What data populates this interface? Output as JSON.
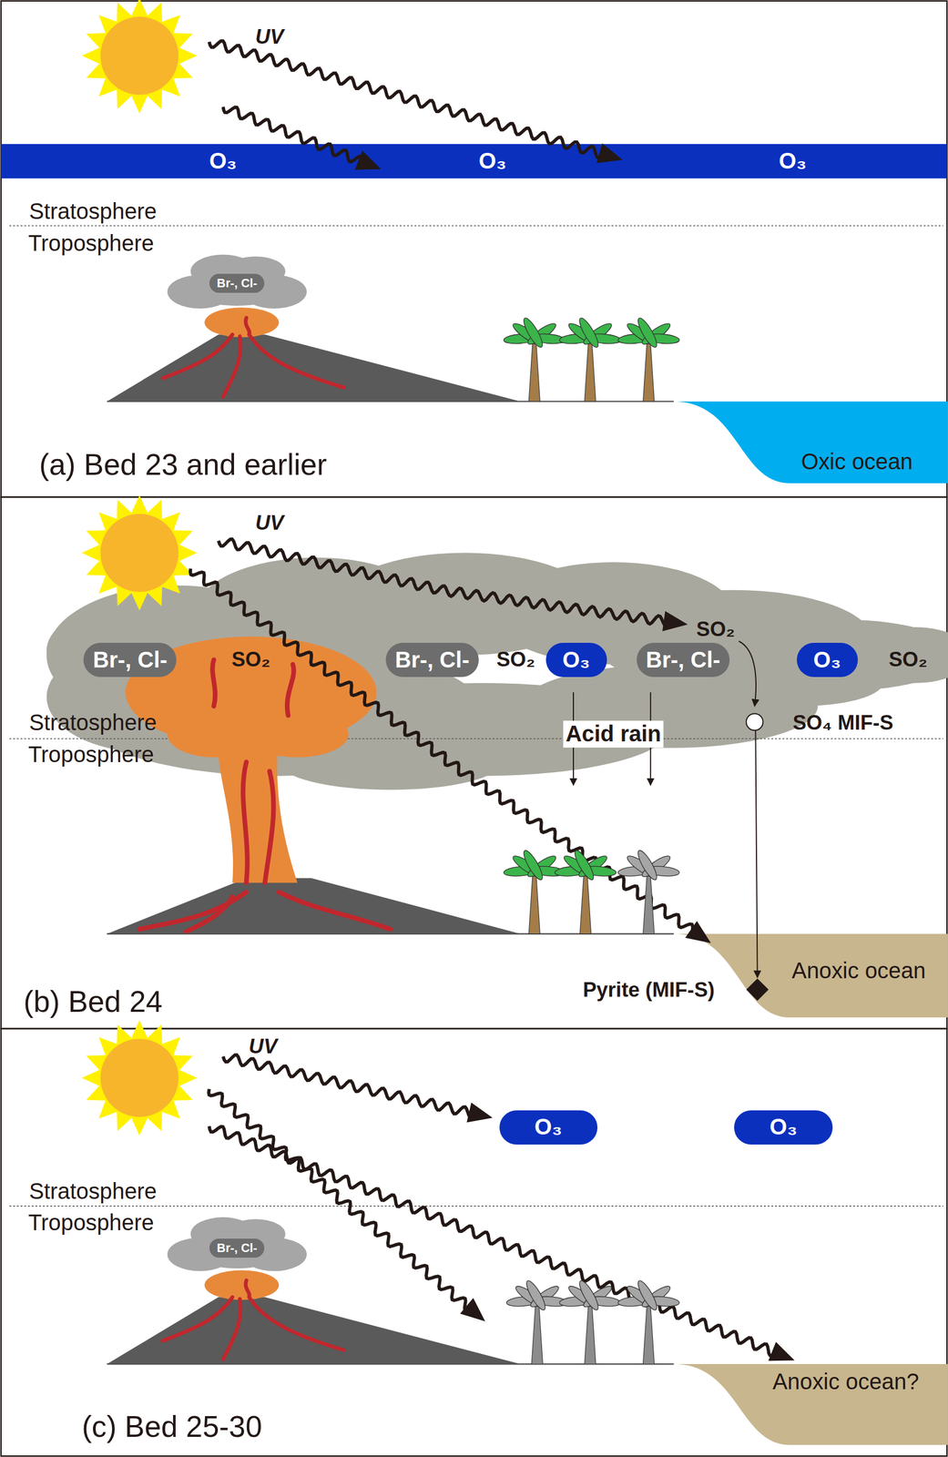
{
  "diagram": {
    "nodes": [
      {
        "text": [
          "O₃",
          "O₃",
          "O₃"
        ]
      },
      {
        "text": [
          "Br-, Cl-"
        ]
      },
      {
        "text": [
          "Br-, Cl-"
        ]
      },
      {
        "text": [
          "Br-, Cl-"
        ]
      },
      {
        "text": [
          "O₃"
        ]
      },
      {
        "text": [
          "Br-, Cl-"
        ]
      },
      {
        "text": [
          "O₃"
        ]
      },
      {
        "text": [
          "O₃"
        ]
      },
      {
        "text": [
          "O₃"
        ]
      },
      {
        "text": [
          "Br-, Cl-"
        ]
      }
    ],
    "labels": [
      "UV",
      "Stratosphere",
      "Troposphere",
      "Oxic ocean",
      "(a) Bed 23 and earlier",
      "UV",
      "SO₂",
      "SO₂",
      "SO₂",
      "SO₂",
      "Stratosphere",
      "Troposphere",
      "Acid rain",
      "SO₄ MIF-S",
      "Anoxic ocean",
      "Pyrite (MIF-S)",
      "(b) Bed 24",
      "UV",
      "Stratosphere",
      "Troposphere",
      "Anoxic ocean?",
      "(c) Bed 25-30"
    ]
  }
}
